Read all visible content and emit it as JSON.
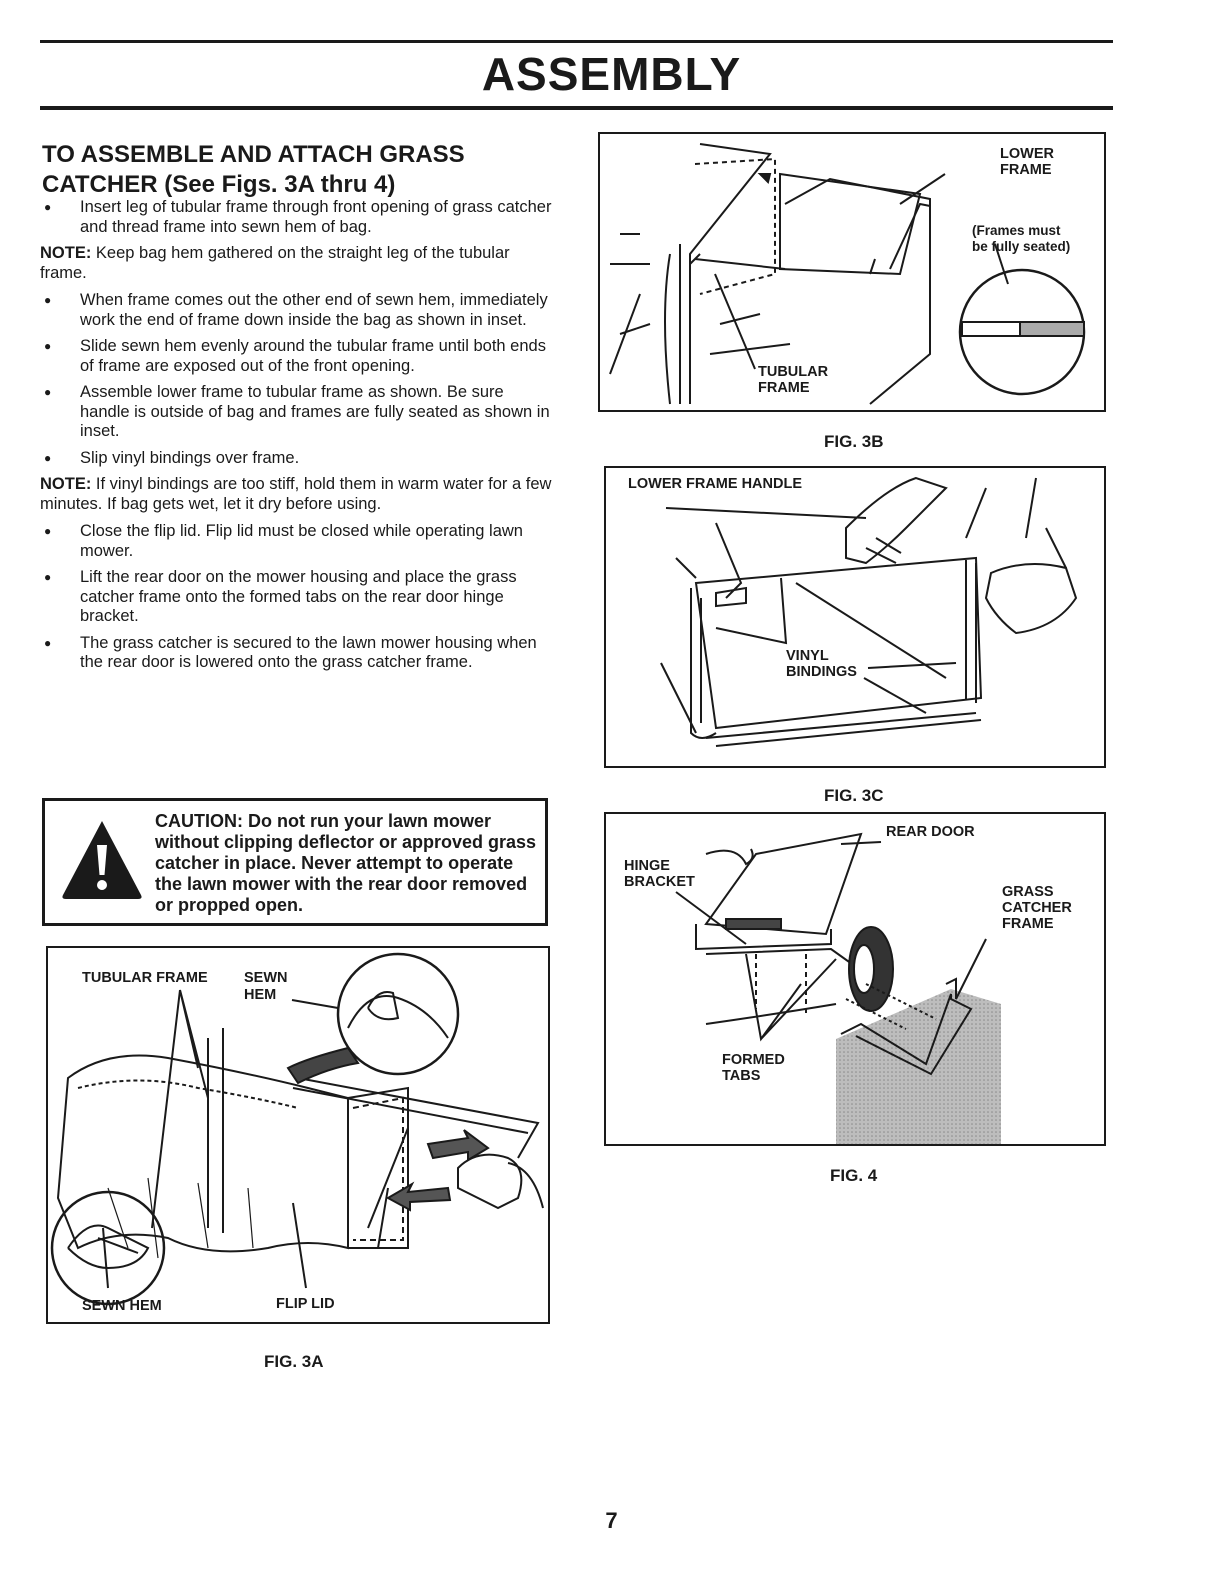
{
  "page": {
    "title": "ASSEMBLY",
    "page_number": "7"
  },
  "section": {
    "heading_line1": "TO ASSEMBLE AND ATTACH GRASS",
    "heading_line2": "CATCHER (See Figs. 3A thru 4)",
    "steps": [
      "Insert leg of tubular frame through front opening of grass catcher and thread frame into sewn hem of bag.",
      "When frame comes out the other end of sewn hem, immediately work the end of frame down inside the bag as shown in inset.",
      "Slide sewn hem evenly around the tubular frame until both ends of frame are exposed out of the front opening.",
      "Assemble lower frame to tubular frame as shown. Be sure handle is outside of bag and frames are fully seated as shown in inset.",
      "Slip vinyl bindings over frame.",
      "Close the flip lid. Flip lid must be closed while operating lawn mower.",
      "Lift the rear door on the mower housing and place the grass catcher frame onto the formed tabs on the rear door hinge bracket.",
      "The grass catcher is secured to the lawn mower housing when the rear door is lowered onto the grass catcher frame."
    ],
    "note1_label": "NOTE:",
    "note1_text": " Keep bag hem gathered on the straight leg of the tubular frame.",
    "note2_label": "NOTE:",
    "note2_text": " If vinyl bindings are too stiff, hold them in warm water for a few minutes. If bag gets wet, let it dry before using.",
    "caution": "CAUTION: Do not run your lawn mower without clipping deflector or approved grass catcher in place. Never attempt to operate the lawn mower with the rear door removed or propped open."
  },
  "figures": {
    "fig3a": {
      "caption": "FIG. 3A",
      "labels": {
        "tubular_frame": "TUBULAR FRAME",
        "sewn": "SEWN",
        "hem": "HEM",
        "sewn_hem": "SEWN HEM",
        "flip_lid": "FLIP LID"
      }
    },
    "fig3b": {
      "caption": "FIG. 3B",
      "labels": {
        "lower": "LOWER",
        "frame": "FRAME",
        "note1": "(Frames must",
        "note2": "be fully seated)",
        "tubular": "TUBULAR",
        "tubular_frame": "FRAME"
      }
    },
    "fig3c": {
      "caption": "FIG. 3C",
      "labels": {
        "lower_frame_handle": "LOWER FRAME HANDLE",
        "vinyl": "VINYL",
        "bindings": "BINDINGS"
      }
    },
    "fig4": {
      "caption": "FIG. 4",
      "labels": {
        "rear_door": "REAR DOOR",
        "hinge": "HINGE",
        "bracket": "BRACKET",
        "grass": "GRASS",
        "catcher": "CATCHER",
        "frame": "FRAME",
        "formed": "FORMED",
        "tabs": "TABS"
      }
    }
  },
  "icons": {
    "caution": "warning-triangle-icon"
  },
  "colors": {
    "ink": "#1a1a1a",
    "paper": "#ffffff"
  }
}
